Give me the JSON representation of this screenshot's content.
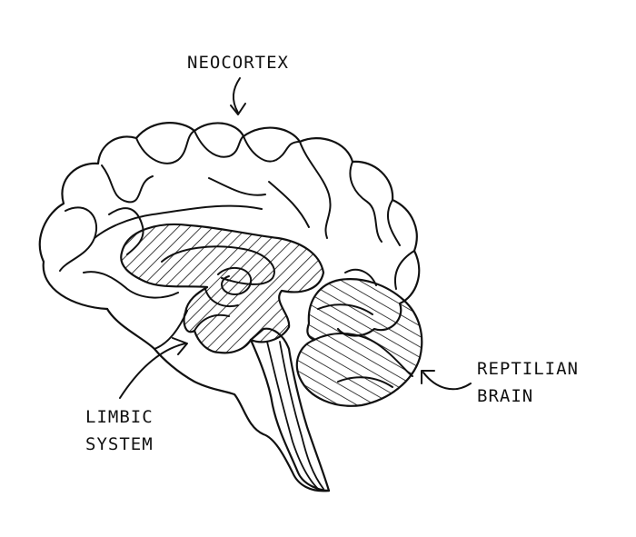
{
  "labels": {
    "neocortex": "NEOCORTEX",
    "reptilian_line1": "REPTILIAN",
    "reptilian_line2": "BRAIN",
    "limbic_line1": "LIMBIC",
    "limbic_line2": "SYSTEM"
  },
  "colors": {
    "ink": "#111111",
    "background": "#ffffff"
  }
}
